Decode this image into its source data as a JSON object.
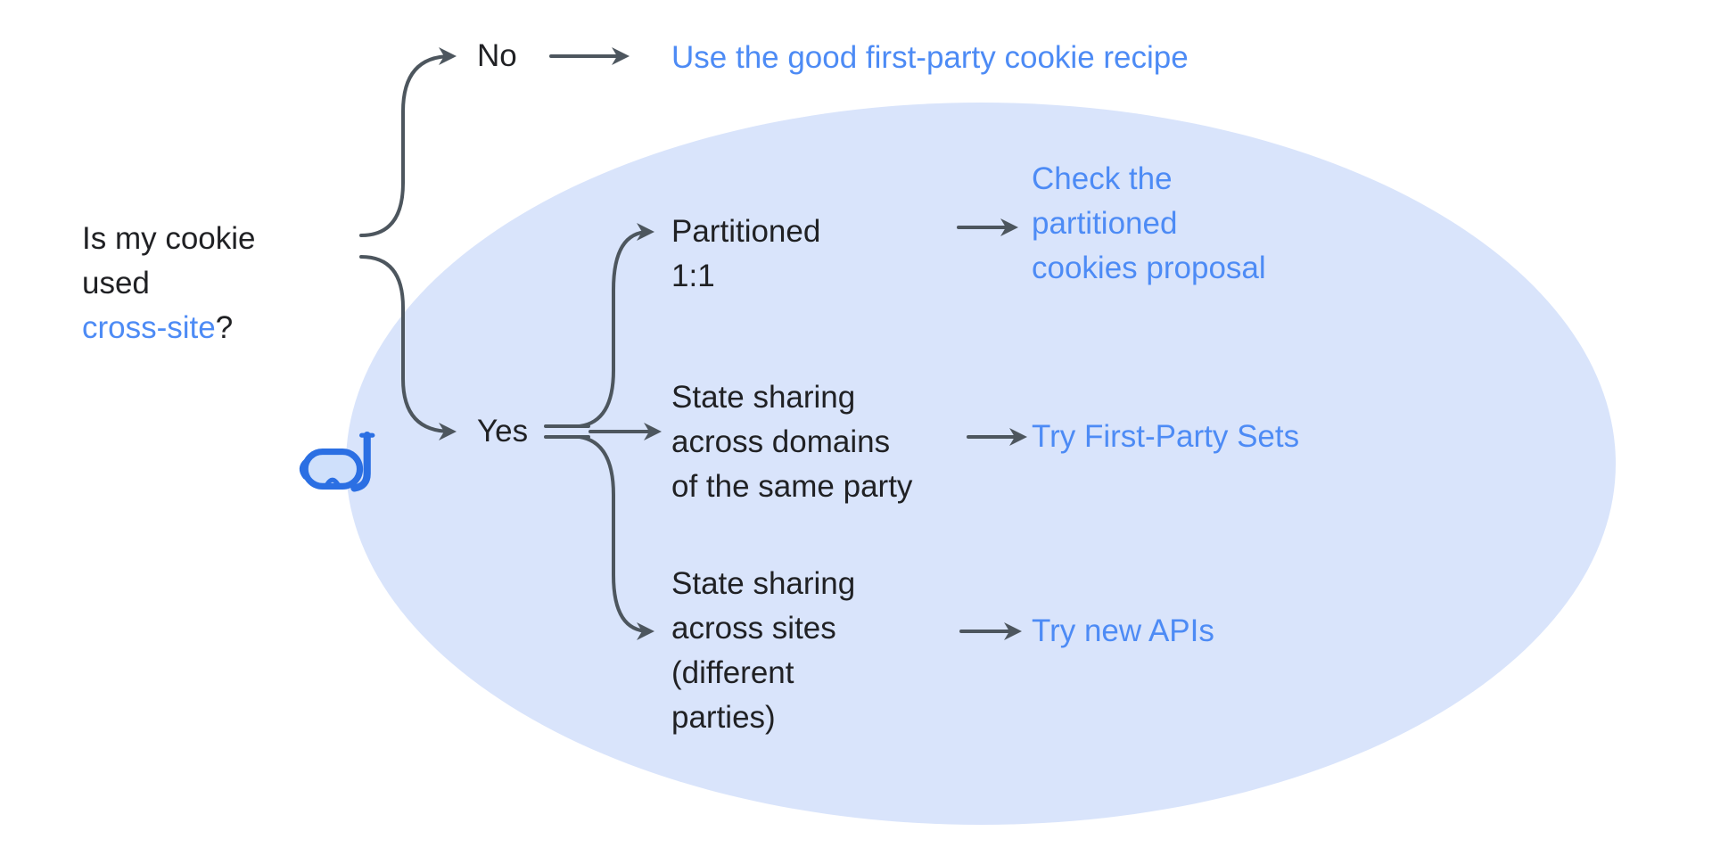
{
  "diagram": {
    "question": {
      "line1": "Is my cookie",
      "line2": "used",
      "link_text": "cross-site",
      "suffix": "?"
    },
    "no_branch": {
      "label": "No",
      "outcome": "Use the good first-party cookie recipe"
    },
    "yes_branch": {
      "label": "Yes",
      "branches": [
        {
          "label_lines": [
            "Partitioned",
            "1:1"
          ],
          "outcome_lines": [
            "Check the",
            "partitioned",
            "cookies proposal"
          ]
        },
        {
          "label_lines": [
            "State sharing",
            "across domains",
            "of the same party"
          ],
          "outcome_lines": [
            "Try First-Party Sets"
          ]
        },
        {
          "label_lines": [
            "State sharing",
            "across sites",
            "(different",
            "parties)"
          ],
          "outcome_lines": [
            "Try new APIs"
          ]
        }
      ]
    },
    "icons": {
      "diving_mask": "diving-mask-icon"
    },
    "colors": {
      "link_blue": "#4d8bf5",
      "text_black": "#202124",
      "arrow_gray": "#4d565e",
      "ellipse_fill": "#d9e4fb",
      "mask_blue": "#2b6fe3",
      "mask_lens": "#cfe0fb"
    }
  }
}
